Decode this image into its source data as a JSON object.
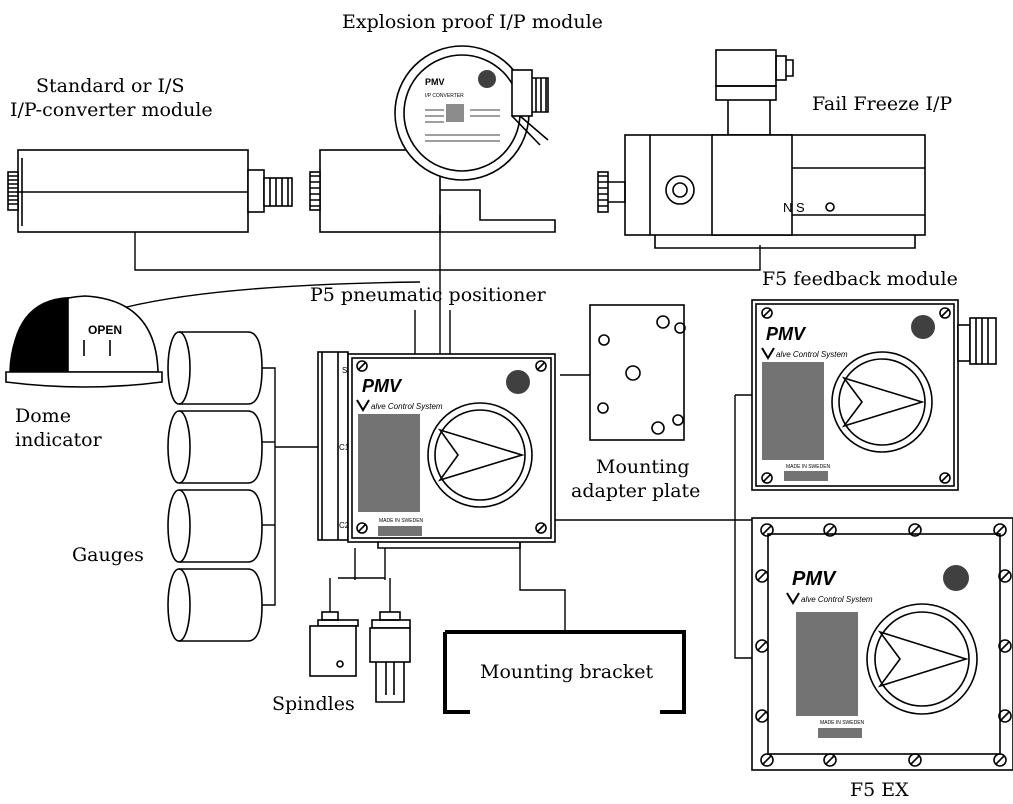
{
  "labels": {
    "explosion_proof": "Explosion proof I/P module",
    "standard_line1": "Standard or I/S",
    "standard_line2": "I/P-converter module",
    "fail_freeze": "Fail Freeze I/P",
    "p5_positioner": "P5 pneumatic positioner",
    "f5_feedback": "F5 feedback module",
    "dome_line1": "Dome",
    "dome_line2": "indicator",
    "mounting_plate_line1": "Mounting",
    "mounting_plate_line2": "adapter plate",
    "gauges": "Gauges",
    "mounting_bracket": "Mounting bracket",
    "spindles": "Spindles",
    "f5_ex": "F5 EX"
  },
  "device_text": {
    "brand": "PMV",
    "tagline": "alve Control System",
    "made_in": "MADE IN SWEDEN",
    "dome_text": "OPEN",
    "ip_title": "I/P CONVERTER",
    "port_s": "S",
    "port_c1": "C1",
    "port_c2": "C2",
    "fail_freeze_marks": "N S"
  },
  "icons": {
    "approval_seal": "approval-seal-icon",
    "arrow": "arrow-indicator-icon"
  }
}
